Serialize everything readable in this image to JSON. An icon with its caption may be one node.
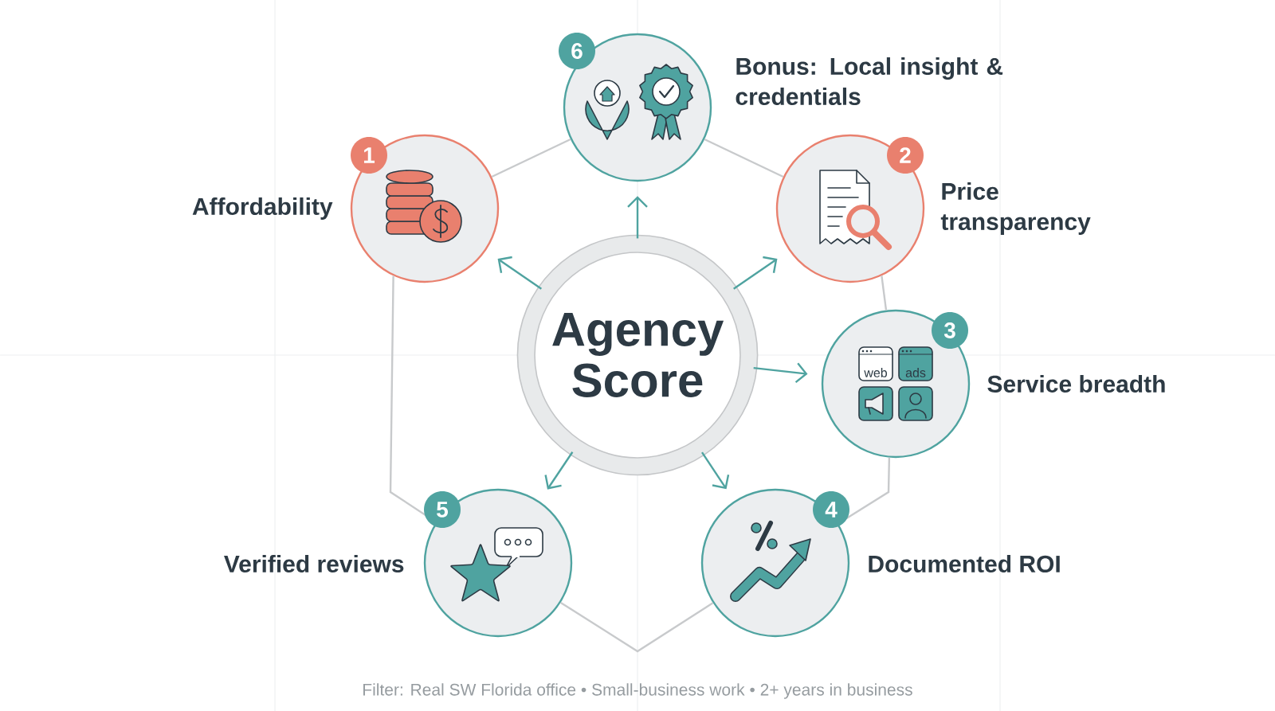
{
  "diagram": {
    "caption": "Filter: Real SW Florida office • Small-business work • 2+ years in business",
    "nodes": [
      {
        "text": [
          "Agency Score"
        ]
      },
      {
        "text": [
          "1",
          "Affordability"
        ]
      },
      {
        "text": [
          "2",
          "Price transparency"
        ]
      },
      {
        "text": [
          "3",
          "Service breadth"
        ]
      },
      {
        "text": [
          "4",
          "Documented ROI"
        ]
      },
      {
        "text": [
          "5",
          "Verified reviews"
        ]
      },
      {
        "text": [
          "6",
          "Bonus: Local insight & credentials"
        ]
      }
    ],
    "edges": [
      {
        "from": 0,
        "to": 6,
        "arrow": "to"
      },
      {
        "from": 0,
        "to": 1,
        "arrow": "to"
      },
      {
        "from": 0,
        "to": 2,
        "arrow": "to"
      },
      {
        "from": 0,
        "to": 3,
        "arrow": "to"
      },
      {
        "from": 0,
        "to": 4,
        "arrow": "to"
      },
      {
        "from": 0,
        "to": 5,
        "arrow": "to"
      },
      {
        "from": 6,
        "to": 1,
        "arrow": "none",
        "color": "#c8cacc"
      },
      {
        "from": 6,
        "to": 2,
        "arrow": "none",
        "color": "#c8cacc"
      },
      {
        "from": 2,
        "to": 3,
        "arrow": "none",
        "color": "#c8cacc"
      },
      {
        "from": 3,
        "to": 4,
        "arrow": "none",
        "color": "#c8cacc"
      },
      {
        "from": 4,
        "to": 5,
        "arrow": "none",
        "color": "#c8cacc"
      },
      {
        "from": 5,
        "to": 1,
        "arrow": "none",
        "color": "#c8cacc"
      }
    ],
    "labels": [
      "web",
      "ads"
    ]
  }
}
